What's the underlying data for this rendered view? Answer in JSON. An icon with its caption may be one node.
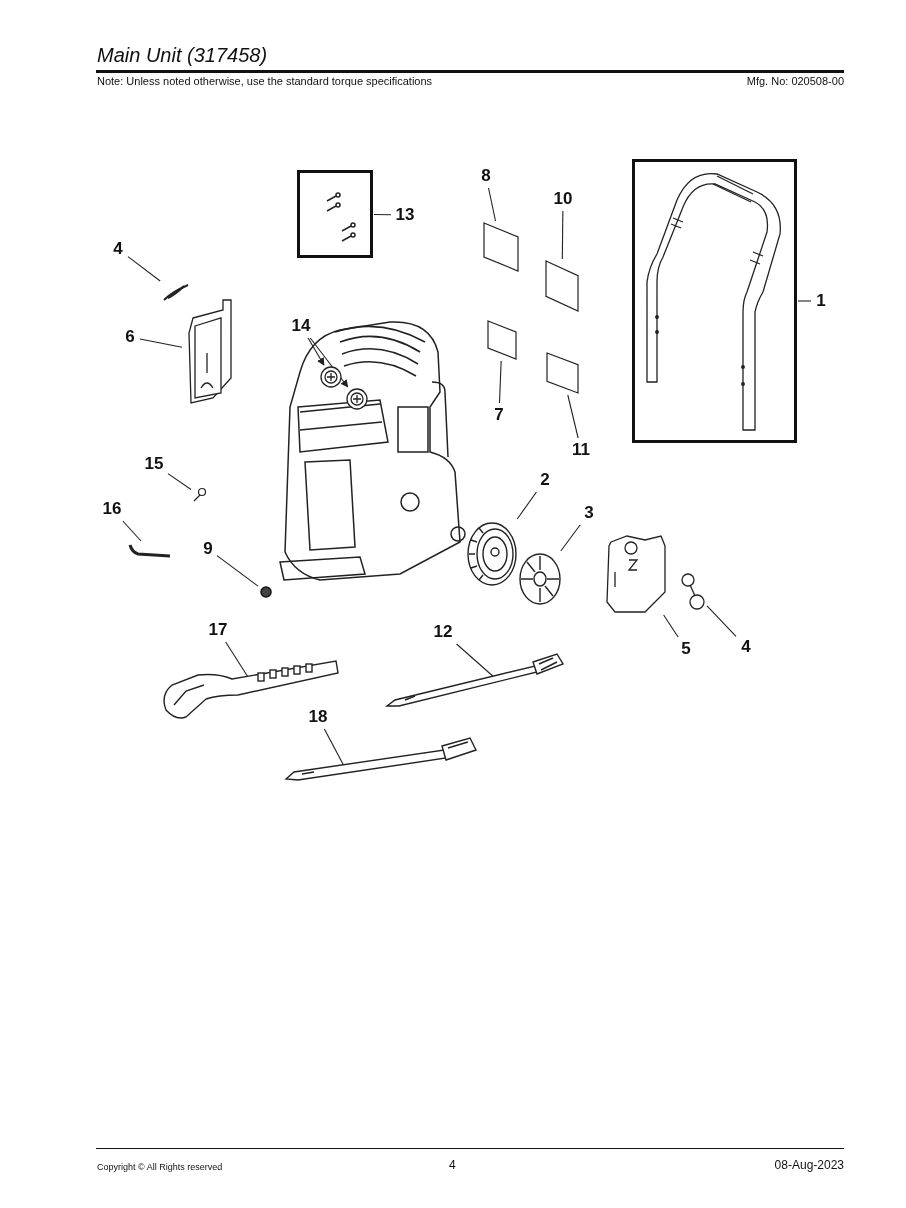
{
  "diagram": {
    "title": "Main Unit (317458)",
    "nodes": [
      {
        "text": [
          "8"
        ]
      },
      {
        "text": [],
        "shape": "box"
      },
      {
        "text": [
          "13"
        ]
      },
      {
        "text": [],
        "shape": "box"
      },
      {
        "text": [
          "10"
        ]
      },
      {
        "text": [],
        "shape": "box"
      },
      {
        "text": [
          "1"
        ]
      },
      {
        "text": [],
        "shape": "box"
      },
      {
        "text": [
          "4"
        ]
      },
      {
        "text": [],
        "shape": "picture"
      },
      {
        "text": [
          "6"
        ]
      },
      {
        "text": [],
        "shape": "picture"
      },
      {
        "text": [
          "14"
        ]
      },
      {
        "text": [],
        "shape": "picture"
      },
      {
        "text": [],
        "shape": "picture"
      },
      {
        "text": [
          "7"
        ]
      },
      {
        "text": [],
        "shape": "box"
      },
      {
        "text": [
          "11"
        ]
      },
      {
        "text": [],
        "shape": "box"
      },
      {
        "text": [
          "15"
        ]
      },
      {
        "text": [],
        "shape": "picture"
      },
      {
        "text": [
          "16"
        ]
      },
      {
        "text": [],
        "shape": "picture"
      },
      {
        "text": [
          "2"
        ]
      },
      {
        "text": [],
        "shape": "picture"
      },
      {
        "text": [
          "3"
        ]
      },
      {
        "text": [],
        "shape": "picture"
      },
      {
        "text": [
          "9"
        ]
      },
      {
        "text": [],
        "shape": "circle"
      },
      {
        "text": [
          "5"
        ]
      },
      {
        "text": [],
        "shape": "picture"
      },
      {
        "text": [
          "4"
        ]
      },
      {
        "text": [],
        "shape": "picture"
      },
      {
        "text": [
          "17"
        ]
      },
      {
        "text": [],
        "shape": "picture"
      },
      {
        "text": [
          "12"
        ]
      },
      {
        "text": [],
        "shape": "picture"
      },
      {
        "text": [
          "18"
        ]
      },
      {
        "text": [],
        "shape": "picture"
      }
    ],
    "edges": [
      {
        "from": 0,
        "to": 1,
        "arrow": "none"
      },
      {
        "from": 2,
        "to": 3,
        "arrow": "none"
      },
      {
        "from": 4,
        "to": 5,
        "arrow": "none"
      },
      {
        "from": 6,
        "to": 7,
        "arrow": "none"
      },
      {
        "from": 8,
        "to": 9,
        "arrow": "none"
      },
      {
        "from": 10,
        "to": 11,
        "arrow": "none"
      },
      {
        "from": 12,
        "to": 13,
        "arrow": "to"
      },
      {
        "from": 12,
        "to": 14,
        "arrow": "to"
      },
      {
        "from": 15,
        "to": 16,
        "arrow": "none"
      },
      {
        "from": 17,
        "to": 18,
        "arrow": "none"
      },
      {
        "from": 19,
        "to": 20,
        "arrow": "none"
      },
      {
        "from": 21,
        "to": 22,
        "arrow": "none"
      },
      {
        "from": 23,
        "to": 24,
        "arrow": "none"
      },
      {
        "from": 25,
        "to": 26,
        "arrow": "none"
      },
      {
        "from": 27,
        "to": 28,
        "arrow": "none"
      },
      {
        "from": 29,
        "to": 30,
        "arrow": "none"
      },
      {
        "from": 31,
        "to": 32,
        "arrow": "none"
      },
      {
        "from": 33,
        "to": 34,
        "arrow": "none"
      },
      {
        "from": 35,
        "to": 36,
        "arrow": "none"
      },
      {
        "from": 37,
        "to": 38,
        "arrow": "none"
      }
    ],
    "labels": [
      "Note: Unless noted otherwise, use the standard torque specifications",
      "Mfg. No: 020508-00",
      "Copyright © All Rights reserved",
      "4",
      "08-Aug-2023"
    ]
  }
}
